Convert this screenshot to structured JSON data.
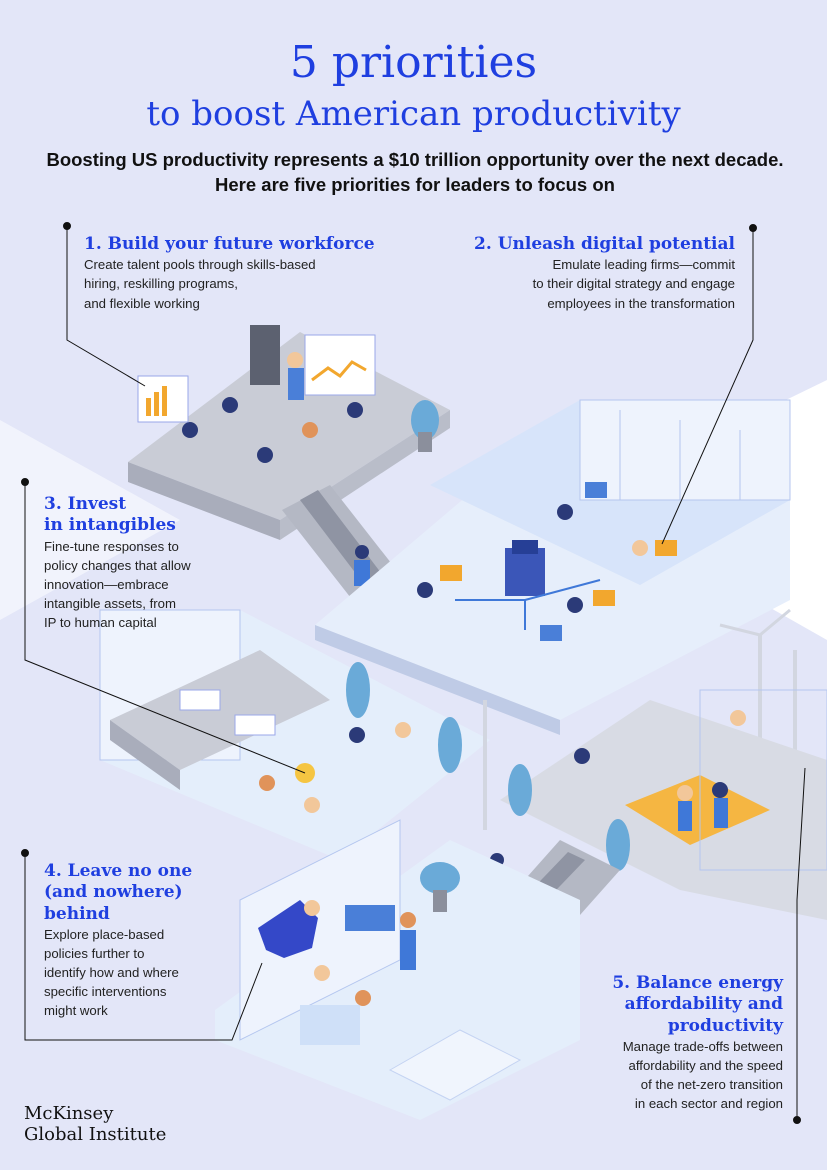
{
  "header": {
    "title_line1": "5 priorities",
    "title_line2": "to boost American productivity",
    "subtitle": "Boosting US productivity represents a $10 trillion opportunity over the next decade. Here are five priorities for leaders to focus on"
  },
  "priorities": [
    {
      "title_lines": [
        "1. Build your future workforce"
      ],
      "desc_lines": [
        "Create talent pools through skills-based",
        "hiring, reskilling programs,",
        "and flexible working"
      ]
    },
    {
      "title_lines": [
        "2. Unleash digital potential"
      ],
      "desc_lines": [
        "Emulate leading firms—commit",
        "to their digital strategy and engage",
        "employees in the transformation"
      ]
    },
    {
      "title_lines": [
        "3. Invest",
        "in intangibles"
      ],
      "desc_lines": [
        "Fine-tune responses to",
        "policy changes that allow",
        "innovation—embrace",
        "intangible assets, from",
        "IP to human capital"
      ]
    },
    {
      "title_lines": [
        "4. Leave no one",
        "(and nowhere)",
        "behind"
      ],
      "desc_lines": [
        "Explore place-based",
        "policies further to",
        "identify how and where",
        "specific interventions",
        "might work"
      ]
    },
    {
      "title_lines": [
        "5. Balance energy",
        "affordability and",
        "productivity"
      ],
      "desc_lines": [
        "Manage trade-offs between",
        "affordability and the speed",
        "of the net-zero transition",
        "in each sector and region"
      ]
    }
  ],
  "logo": {
    "line1": "McKinsey",
    "line2": "Global Institute"
  },
  "colors": {
    "accent_blue": "#1f3fe0",
    "background_lavender": "#e3e6f8",
    "floor_light": "#e4eefb",
    "floor_gray": "#c9ccd6"
  }
}
